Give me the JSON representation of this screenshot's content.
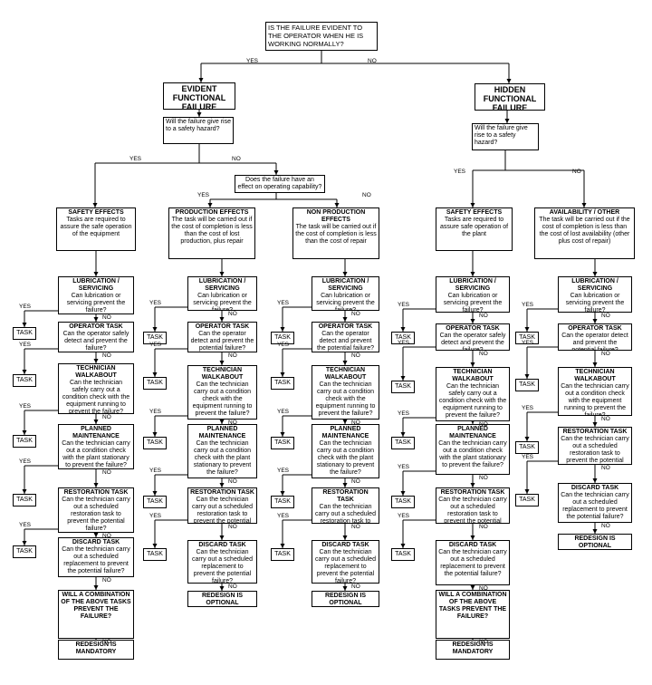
{
  "root": "IS THE FAILURE EVIDENT TO THE OPERATOR WHEN HE IS WORKING NORMALLY?",
  "yes": "YES",
  "no": "NO",
  "task": "TASK",
  "evident": "EVIDENT FUNCTIONAL FAILURE",
  "hidden": "HIDDEN FUNCTIONAL FAILURE",
  "q_safety": "Will the failure give rise to a safety hazard?",
  "q_operating": "Does the failure have an effect on operating capability?",
  "effects": {
    "safety": {
      "title": "SAFETY EFFECTS",
      "body": "Tasks are required to assure the safe operation of the equipment"
    },
    "production": {
      "title": "PRODUCTION EFFECTS",
      "body": "The task will be carried out if the cost of completion is less than the cost of lost production, plus repair"
    },
    "nonproduction": {
      "title": "NON PRODUCTION EFFECTS",
      "body": "The task will be carried out if the cost of completion is less than the cost of repair"
    },
    "hidden_safety": {
      "title": "SAFETY EFFECTS",
      "body": "Tasks are required to assure safe operation of the plant"
    },
    "availability": {
      "title": "AVAILABILITY / OTHER",
      "body": "The task will be carried out if the cost of completion is less than the cost of lost availability (other plus cost of repair)"
    }
  },
  "steps": {
    "lub": {
      "title": "LUBRICATION / SERVICING",
      "body": "Can lubrication or servicing prevent the failure?"
    },
    "op": {
      "title": "OPERATOR TASK",
      "body": "Can the operator safely detect and prevent the failure?"
    },
    "op_short": {
      "title": "OPERATOR TASK",
      "body": "Can the operator detect and prevent the potential failure?"
    },
    "tech": {
      "title": "TECHNICIAN WALKABOUT",
      "body": "Can the technician safely carry out a condition check with the equipment running to prevent the failure?"
    },
    "tech_short": {
      "title": "TECHNICIAN WALKABOUT",
      "body": "Can the technician carry out a condition check with the equipment running to prevent the failure?"
    },
    "planned": {
      "title": "PLANNED MAINTENANCE",
      "body": "Can the technician carry out a condition check with the plant stationary to prevent the failure?"
    },
    "restore": {
      "title": "RESTORATION TASK",
      "body": "Can the technician carry out a scheduled restoration task to prevent the potential failure?"
    },
    "discard": {
      "title": "DISCARD TASK",
      "body": "Can the technician carry out a scheduled replacement to prevent the potential failure?"
    },
    "combo": {
      "title": "",
      "body": "WILL A COMBINATION OF THE ABOVE TASKS PREVENT THE FAILURE?"
    },
    "redesign_mand": {
      "title": "",
      "body": "REDESIGN IS MANDATORY"
    },
    "redesign_opt": {
      "title": "",
      "body": "REDESIGN IS OPTIONAL"
    }
  }
}
